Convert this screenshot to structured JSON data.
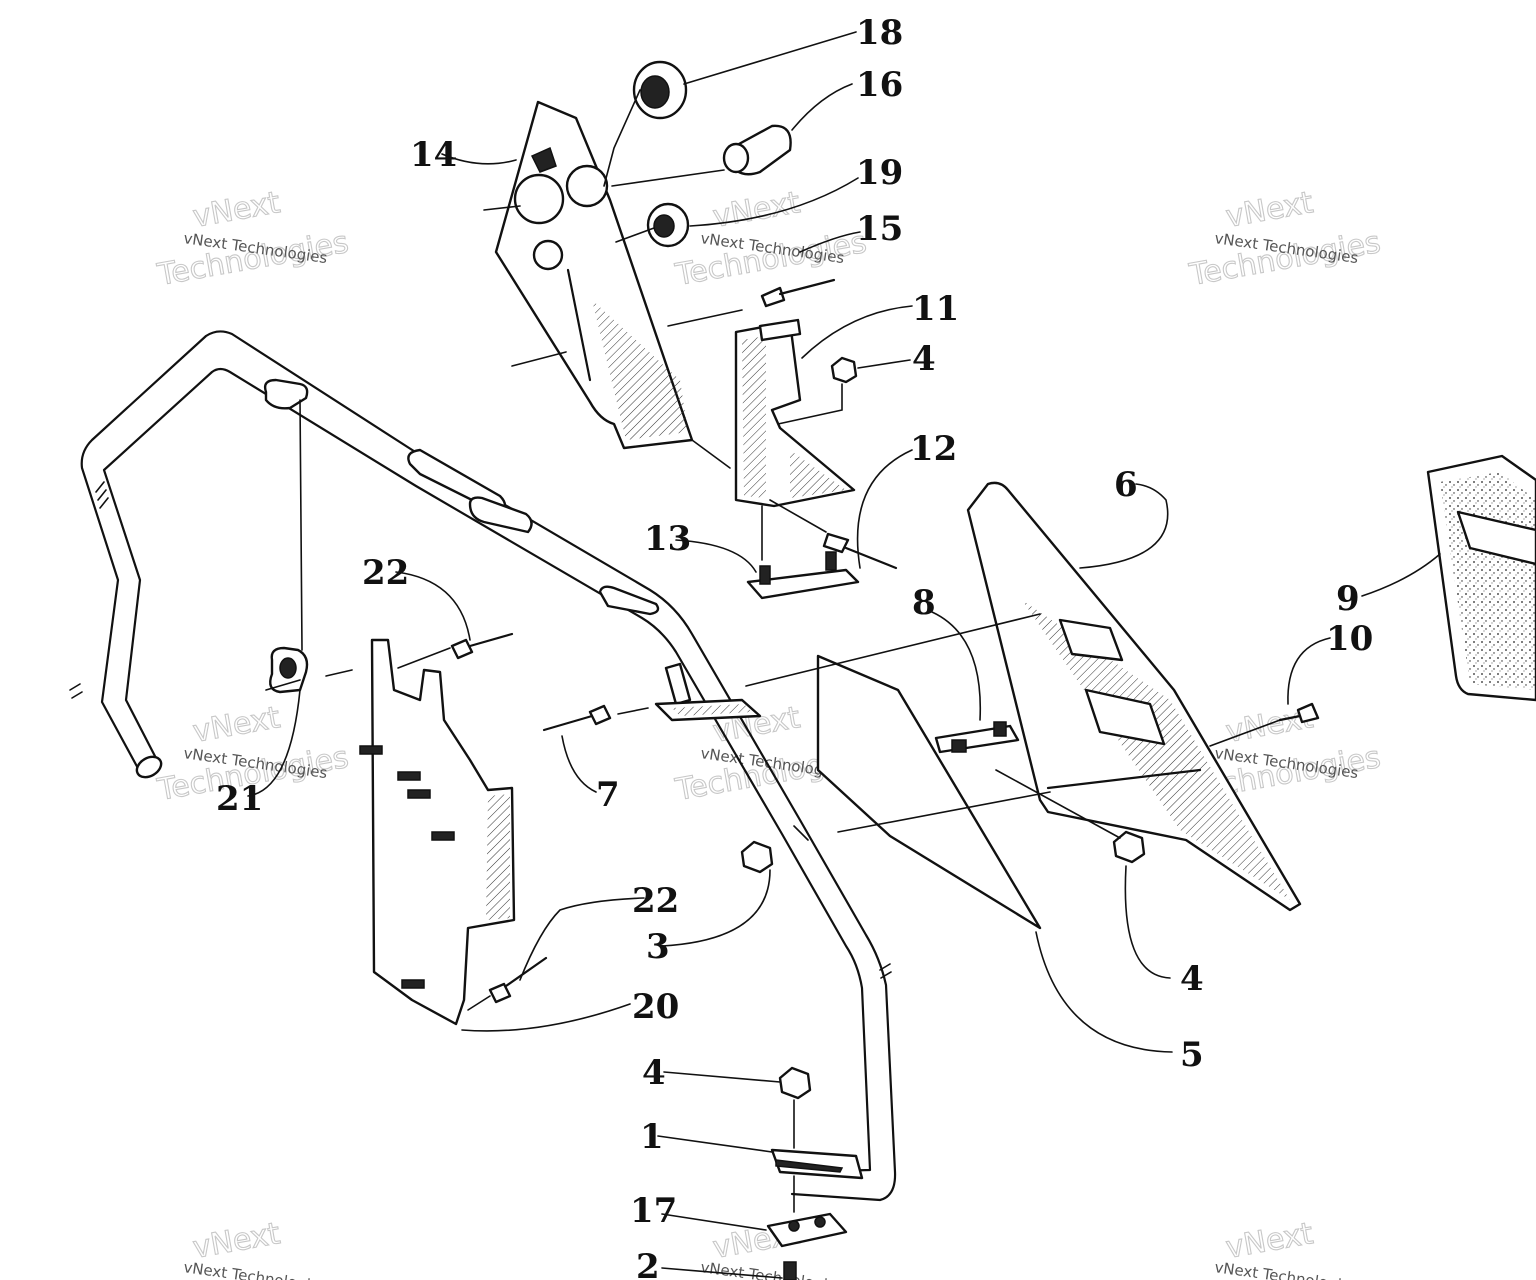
{
  "watermark": {
    "small": "vNext Technologies",
    "big_top": "vNext",
    "big_bottom": "Technologies"
  },
  "callouts": [
    {
      "id": "c18",
      "text": "18"
    },
    {
      "id": "c16",
      "text": "16"
    },
    {
      "id": "c14",
      "text": "14"
    },
    {
      "id": "c19",
      "text": "19"
    },
    {
      "id": "c15",
      "text": "15"
    },
    {
      "id": "c11",
      "text": "11"
    },
    {
      "id": "c4a",
      "text": "4"
    },
    {
      "id": "c12",
      "text": "12"
    },
    {
      "id": "c13",
      "text": "13"
    },
    {
      "id": "c6",
      "text": "6"
    },
    {
      "id": "c9",
      "text": "9"
    },
    {
      "id": "c10",
      "text": "10"
    },
    {
      "id": "c8",
      "text": "8"
    },
    {
      "id": "c22a",
      "text": "22"
    },
    {
      "id": "c7",
      "text": "7"
    },
    {
      "id": "c21",
      "text": "21"
    },
    {
      "id": "c3",
      "text": "3"
    },
    {
      "id": "c22b",
      "text": "22"
    },
    {
      "id": "c4b",
      "text": "4"
    },
    {
      "id": "c5",
      "text": "5"
    },
    {
      "id": "c20",
      "text": "20"
    },
    {
      "id": "c4c",
      "text": "4"
    },
    {
      "id": "c1",
      "text": "1"
    },
    {
      "id": "c17",
      "text": "17"
    },
    {
      "id": "c2",
      "text": "2"
    }
  ]
}
